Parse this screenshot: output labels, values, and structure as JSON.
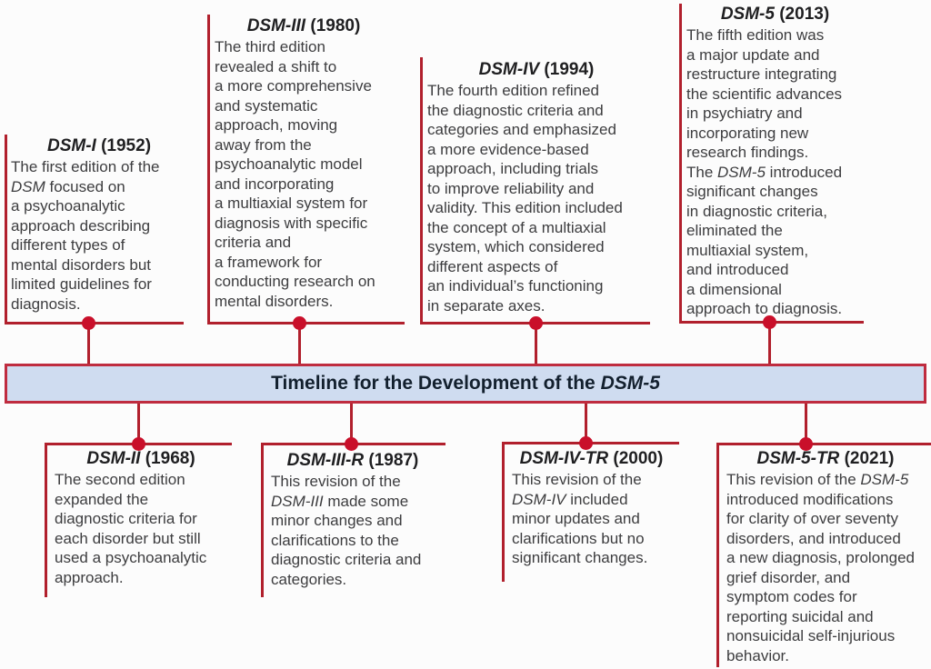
{
  "banner": {
    "title_prefix": "Timeline for the Development of the ",
    "title_italic": "DSM-5"
  },
  "colors": {
    "line_red": "#b1202d",
    "dot_red": "#c90f2a",
    "banner_fill": "#cfdcf0",
    "banner_border": "#bf2c3f",
    "title_text": "#1f1f21",
    "body_text": "#3d3d3f"
  },
  "entries": [
    {
      "id": "dsm-i",
      "row": "top",
      "title_name": "DSM-I",
      "title_year": "(1952)",
      "body": [
        {
          "t": "The first edition of the\n"
        },
        {
          "t": "DSM",
          "i": true
        },
        {
          "t": " focused on\na psychoanalytic\napproach describing\ndifferent types of\nmental disorders but\nlimited guidelines for\ndiagnosis."
        }
      ]
    },
    {
      "id": "dsm-iii",
      "row": "top",
      "title_name": "DSM-III",
      "title_year": "(1980)",
      "body": [
        {
          "t": "The third edition\nrevealed a shift to\na more comprehensive\nand systematic\napproach, moving\naway from the\npsychoanalytic model\nand incorporating\na multiaxial system for\ndiagnosis with specific\ncriteria and\na framework for\nconducting research on\nmental disorders."
        }
      ]
    },
    {
      "id": "dsm-iv",
      "row": "top",
      "title_name": "DSM-IV",
      "title_year": "(1994)",
      "body": [
        {
          "t": "The fourth edition refined\nthe diagnostic criteria and\ncategories and emphasized\na more evidence-based\napproach, including trials\nto improve reliability and\nvalidity. This edition included\nthe concept of a multiaxial\nsystem, which considered\ndifferent aspects of\nan individual’s functioning\nin separate axes."
        }
      ]
    },
    {
      "id": "dsm-5",
      "row": "top",
      "title_name": "DSM-5",
      "title_year": "(2013)",
      "body": [
        {
          "t": "The fifth edition was\na major update and\nrestructure integrating\nthe scientific advances\nin psychiatry and\nincorporating new\nresearch findings.\nThe "
        },
        {
          "t": "DSM-5",
          "i": true
        },
        {
          "t": " introduced\nsignificant changes\nin diagnostic criteria,\neliminated the\nmultiaxial system,\nand introduced\na dimensional\napproach to diagnosis."
        }
      ]
    },
    {
      "id": "dsm-ii",
      "row": "bottom",
      "title_name": "DSM-II",
      "title_year": "(1968)",
      "body": [
        {
          "t": "The second edition\nexpanded the\ndiagnostic criteria for\neach disorder but still\nused a psychoanalytic\napproach."
        }
      ]
    },
    {
      "id": "dsm-iii-r",
      "row": "bottom",
      "title_name": "DSM-III-R",
      "title_year": "(1987)",
      "body": [
        {
          "t": "This revision of the\n"
        },
        {
          "t": "DSM-III",
          "i": true
        },
        {
          "t": " made some\nminor changes and\nclarifications to the\ndiagnostic criteria and\ncategories."
        }
      ]
    },
    {
      "id": "dsm-iv-tr",
      "row": "bottom",
      "title_name": "DSM-IV-TR",
      "title_year": "(2000)",
      "body": [
        {
          "t": "This revision of the\n"
        },
        {
          "t": "DSM-IV",
          "i": true
        },
        {
          "t": " included\nminor updates and\nclarifications but no\nsignificant changes."
        }
      ]
    },
    {
      "id": "dsm-5-tr",
      "row": "bottom",
      "title_name": "DSM-5-TR",
      "title_year": "(2021)",
      "body": [
        {
          "t": "This revision of the "
        },
        {
          "t": "DSM-5",
          "i": true
        },
        {
          "t": "\nintroduced modifications\nfor clarity of over seventy\ndisorders, and introduced\na new diagnosis, prolonged\ngrief disorder, and\nsymptom codes for\nreporting suicidal and\nnonsuicidal self-injurious\nbehavior."
        }
      ]
    }
  ]
}
